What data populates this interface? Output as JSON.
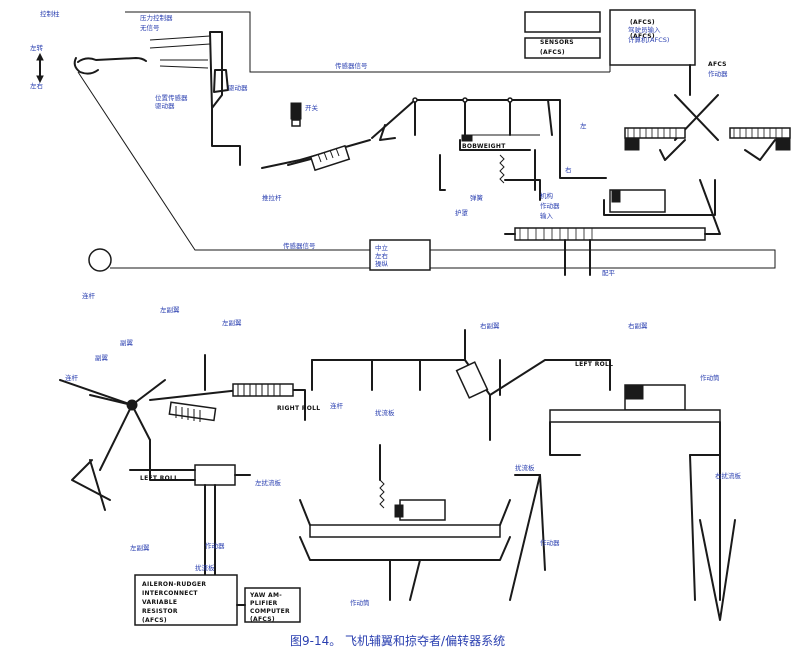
{
  "figure": {
    "caption": "图9-14。 飞机辅翼和掠夺者/偏转器系统"
  },
  "blocks": {
    "afcs_top": "(AFCS)",
    "sensors": "SENSORS",
    "afcs_sensors": "(AFCS)",
    "afcs_computer": "(AFCS)",
    "afcs_ports": "AFCS",
    "bobweight": "BOBWEIGHT",
    "right_roll": "RIGHT ROLL",
    "left_roll_top": "LEFT ROLL",
    "left_roll_bottom": "LEFT ROLL",
    "aileron_rudger": [
      "AILERON-RUDGER",
      "INTERCONNECT",
      "VARIABLE",
      "RESISTOR",
      "(AFCS)"
    ],
    "yaw_amplifier": [
      "YAW AM-",
      "PLIFIER",
      "COMPUTER",
      "(AFCS)"
    ]
  },
  "labels": {
    "t_top_left_1": "控制柱",
    "t_top_left_2": "左转",
    "t_top_left_3": "左右",
    "t_top_center_1": "压力控制器",
    "t_top_center_2": "无信号",
    "t_top_mid_1": "位置传感器",
    "t_top_mid_2": "驱动器",
    "t_top_mid_3": "驱动器",
    "t_sensor_signal": "传感器信号",
    "t_top_right_1": "驾驶员输入",
    "t_top_right_2": "计算机(AFCS)",
    "t_afcs_ports": "作动器",
    "t_switch": "开关",
    "t_left": "左",
    "t_right": "右",
    "t_rod": "推拉杆",
    "t_guard": "护罩",
    "t_mechanism": "机构",
    "t_actuator": "作动器",
    "t_input": "输入",
    "t_trim": "配平",
    "t_spring": "弹簧",
    "t_center_box_1": "中立",
    "t_center_box_2": "左右",
    "t_center_box_3": "操纵",
    "t_bottom_1": "左副翼",
    "t_bottom_2": "左副翼",
    "t_bottom_3": "右副翼",
    "t_bottom_4": "右副翼",
    "t_bottom_5": "副翼",
    "t_bottom_6": "副翼",
    "t_bottom_7": "连杆",
    "t_bottom_8": "连杆",
    "t_bottom_9": "作动筒",
    "t_bottom_10": "扰流板",
    "t_bottom_11": "扰流板",
    "t_bottom_12": "作动器",
    "t_bottom_13": "左扰流板",
    "t_bottom_14": "右扰流板"
  },
  "colors": {
    "ink": "#1a1a1a",
    "annotation": "#2a3fb0",
    "background": "#ffffff"
  }
}
